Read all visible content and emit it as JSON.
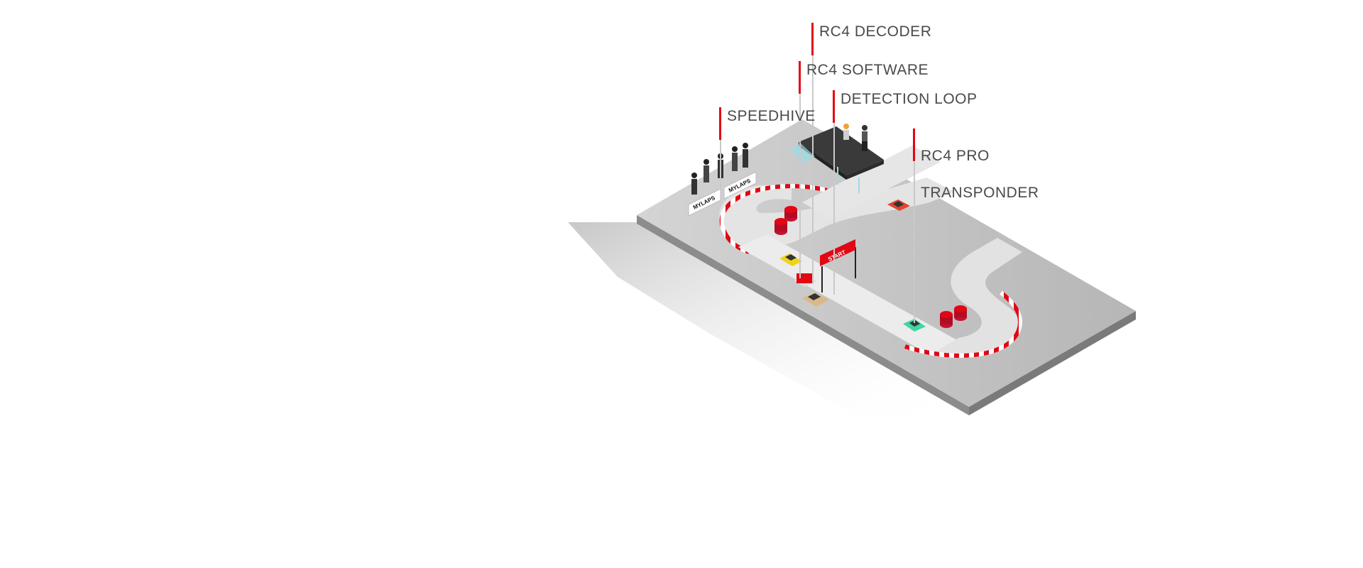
{
  "callouts": [
    {
      "id": "rc4-decoder",
      "label": "RC4 DECODER"
    },
    {
      "id": "rc4-software",
      "label": "RC4 SOFTWARE"
    },
    {
      "id": "detection-loop",
      "label": "DETECTION LOOP"
    },
    {
      "id": "speedhive",
      "label": "SPEEDHIVE"
    },
    {
      "id": "rc4-pro-transponder",
      "label_line1": "RC4 PRO",
      "label_line2": "TRANSPONDER"
    }
  ],
  "signage": {
    "banner_left": "MYLAPS",
    "banner_right": "MYLAPS",
    "start_gate": "START"
  },
  "colors": {
    "accent_red": "#e30613",
    "track_light": "#e6e6e6",
    "platform": "#bdbdbd",
    "label_text": "#4a4a4a",
    "car_yellow": "#f2d21b",
    "car_red": "#e5432e",
    "car_teal": "#3fd6a3"
  }
}
